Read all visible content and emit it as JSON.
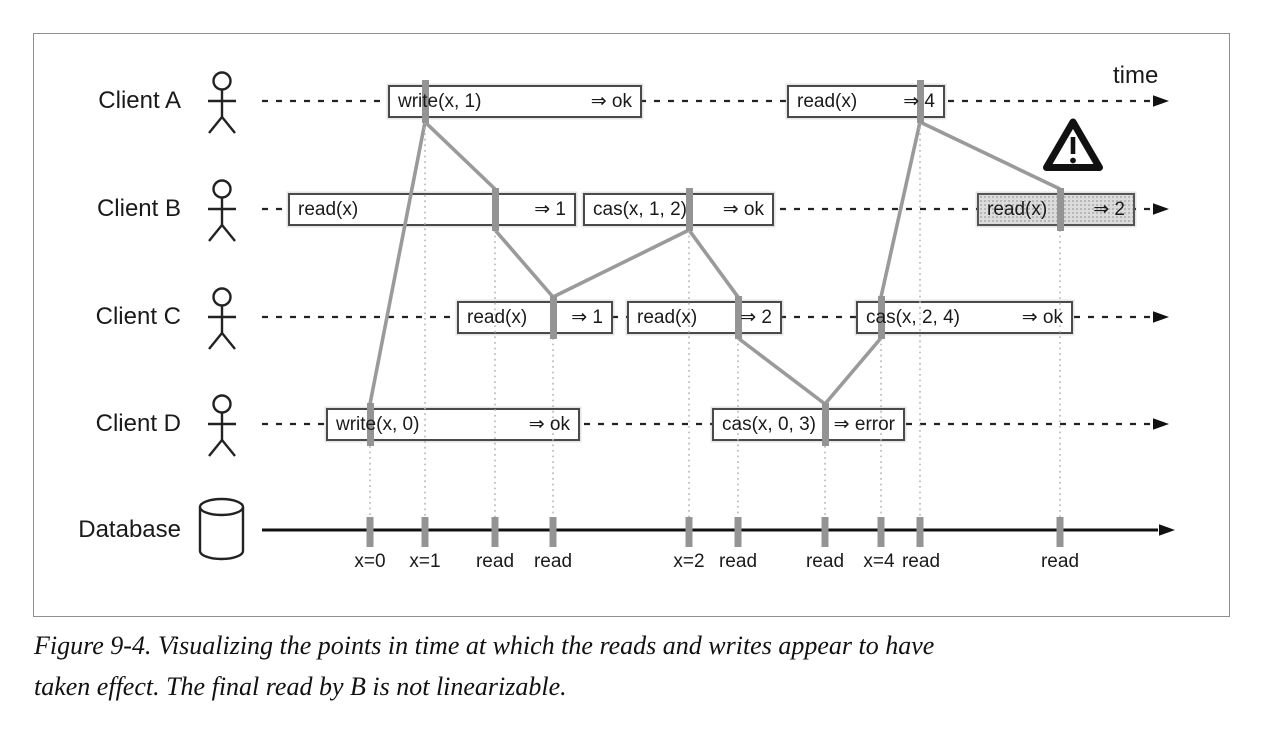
{
  "figure": {
    "time_axis_label": "time",
    "rows": [
      {
        "label": "Client A",
        "icon": "person",
        "operations": [
          {
            "call": "write(x, 1)",
            "result": "⇒ ok",
            "commit_at": "x=1"
          },
          {
            "call": "read(x)",
            "result": "⇒ 4",
            "commit_at": "read"
          }
        ]
      },
      {
        "label": "Client B",
        "icon": "person",
        "operations": [
          {
            "call": "read(x)",
            "result": "⇒ 1",
            "commit_at": "read"
          },
          {
            "call": "cas(x, 1, 2)",
            "result": "⇒ ok",
            "commit_at": "x=2"
          },
          {
            "call": "read(x)",
            "result": "⇒ 2",
            "commit_at": "read",
            "highlight": "not-linearizable"
          }
        ]
      },
      {
        "label": "Client C",
        "icon": "person",
        "operations": [
          {
            "call": "read(x)",
            "result": "⇒ 1",
            "commit_at": "read"
          },
          {
            "call": "read(x)",
            "result": "⇒ 2",
            "commit_at": "read"
          },
          {
            "call": "cas(x, 2, 4)",
            "result": "⇒ ok",
            "commit_at": "x=4"
          }
        ]
      },
      {
        "label": "Client D",
        "icon": "person",
        "operations": [
          {
            "call": "write(x, 0)",
            "result": "⇒ ok",
            "commit_at": "x=0"
          },
          {
            "call": "cas(x, 0, 3)",
            "result": "⇒ error",
            "commit_at": "read"
          }
        ]
      }
    ],
    "database": {
      "label": "Database",
      "icon": "cylinder",
      "tick_labels": [
        "x=0",
        "x=1",
        "read",
        "read",
        "x=2",
        "read",
        "read",
        "x=4",
        "read",
        "read"
      ]
    },
    "warning": {
      "icon": "warning-triangle",
      "mark": "!"
    }
  },
  "caption": {
    "line1": "Figure 9-4. Visualizing the points in time at which the reads and writes appear to have",
    "line2": "taken effect. The final read by B is not linearizable."
  },
  "colors": {
    "commit_bar": "#949494",
    "connector": "#9a9a9a",
    "dotted_drop_line": "#b8b8b8",
    "box_border": "#4a4a4a",
    "highlight_fill": "#dcdcdc",
    "timeline": "#222222",
    "text": "#1a1a1a"
  }
}
